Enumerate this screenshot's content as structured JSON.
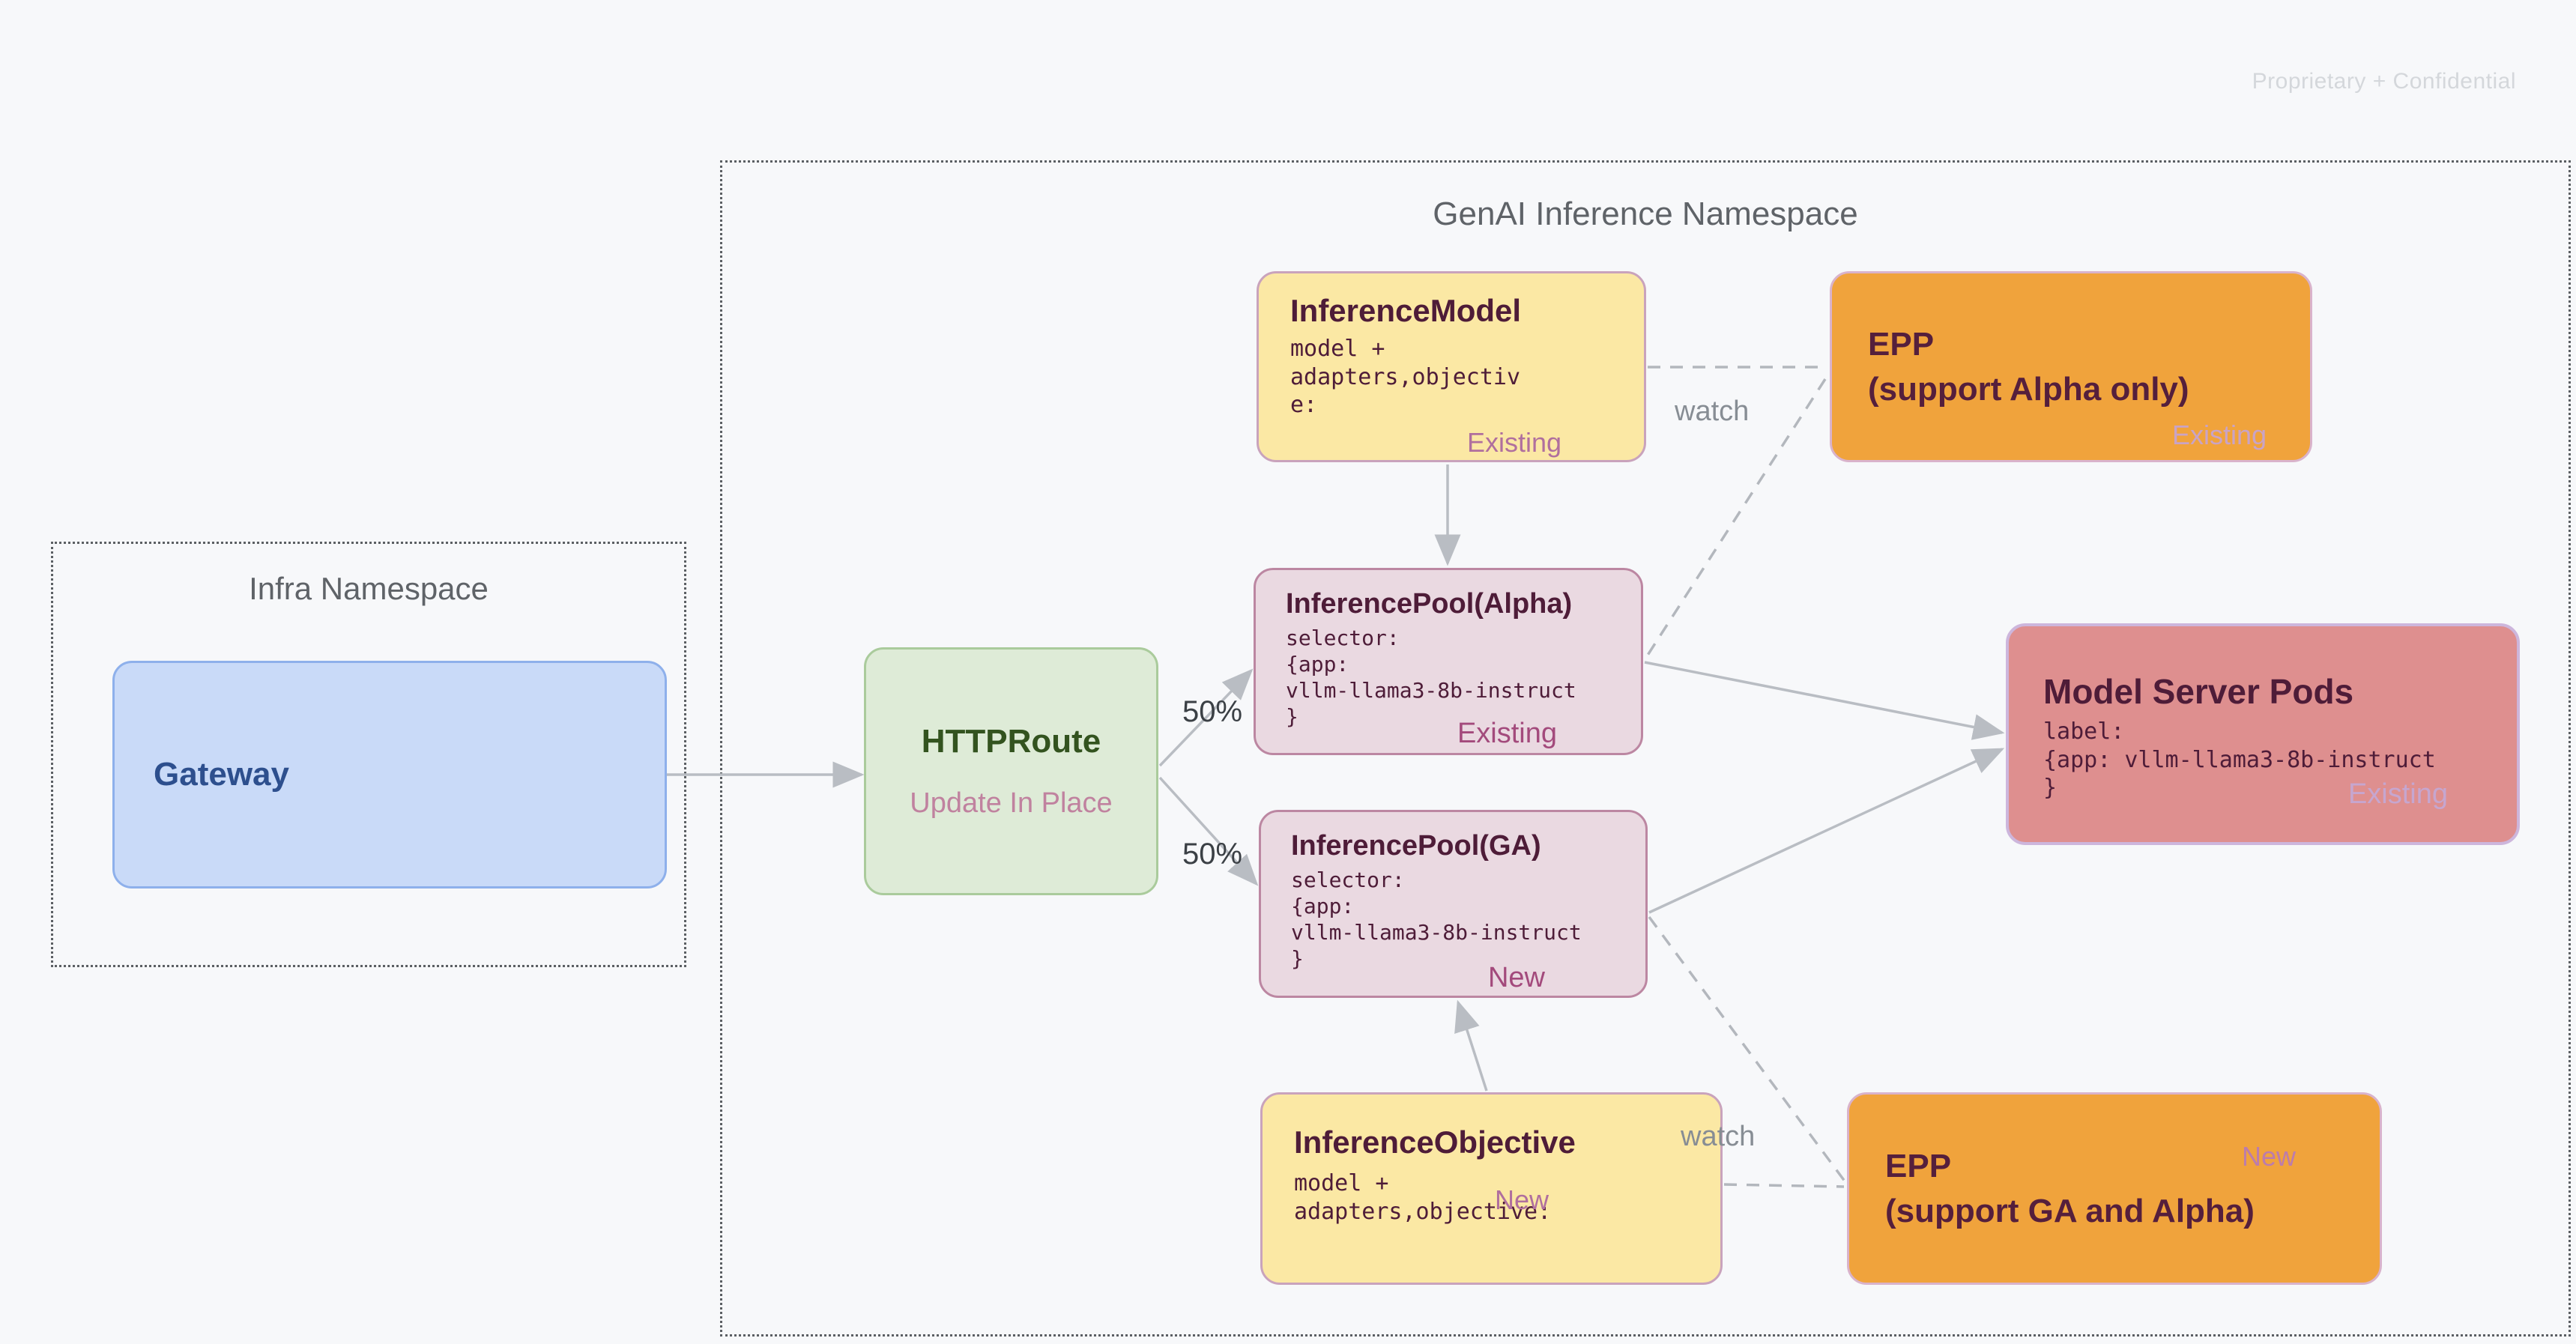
{
  "page": {
    "confidential": "Proprietary + Confidential",
    "background": "#f7f8fa"
  },
  "infra_namespace": {
    "title": "Infra Namespace",
    "gateway": {
      "title": "Gateway"
    }
  },
  "genai_namespace": {
    "title": "GenAI Inference Namespace",
    "http_route": {
      "title": "HTTPRoute",
      "subtitle": "Update In Place"
    },
    "inference_model": {
      "title": "InferenceModel",
      "code": "model +\nadapters,objectiv\ne:",
      "tag": "Existing"
    },
    "epp_alpha": {
      "title": "EPP\n(support Alpha only)",
      "tag": "Existing"
    },
    "inference_pool_alpha": {
      "title": "InferencePool(Alpha)",
      "code": "selector:\n{app:\nvllm-llama3-8b-instruct\n}",
      "tag": "Existing"
    },
    "inference_pool_ga": {
      "title": "InferencePool(GA)",
      "code": "selector:\n{app:\nvllm-llama3-8b-instruct\n}",
      "tag": "New"
    },
    "model_server_pods": {
      "title": "Model Server Pods",
      "code": "label:\n{app: vllm-llama3-8b-instruct\n}",
      "tag": "Existing"
    },
    "inference_objective": {
      "title": "InferenceObjective",
      "code": "model +\nadapters,objective:",
      "tag": "New"
    },
    "epp_ga": {
      "title": "EPP\n(support GA and Alpha)",
      "tag": "New"
    },
    "labels": {
      "watch_top": "watch",
      "watch_bottom": "watch",
      "split_alpha": "50%",
      "split_ga": "50%"
    }
  },
  "colors": {
    "background": "#f7f8fa",
    "yellow_node": "#fbe8a4",
    "orange_node": "#f0a33c",
    "pink_pool_node": "#ead9e1",
    "salmon_node": "#de8f8f",
    "green_node": "#deebd7",
    "blue_node": "#c9daf8",
    "dark_maroon_text": "#4e1c38",
    "dark_green_text": "#33531f",
    "dark_blue_text": "#2d4f8e",
    "pool_tag_pink": "#a34a7c",
    "yellow_tag_mauve": "#b06f9e",
    "edge_gray": "#b9bdc3",
    "namespace_text_gray": "#5f6368"
  }
}
